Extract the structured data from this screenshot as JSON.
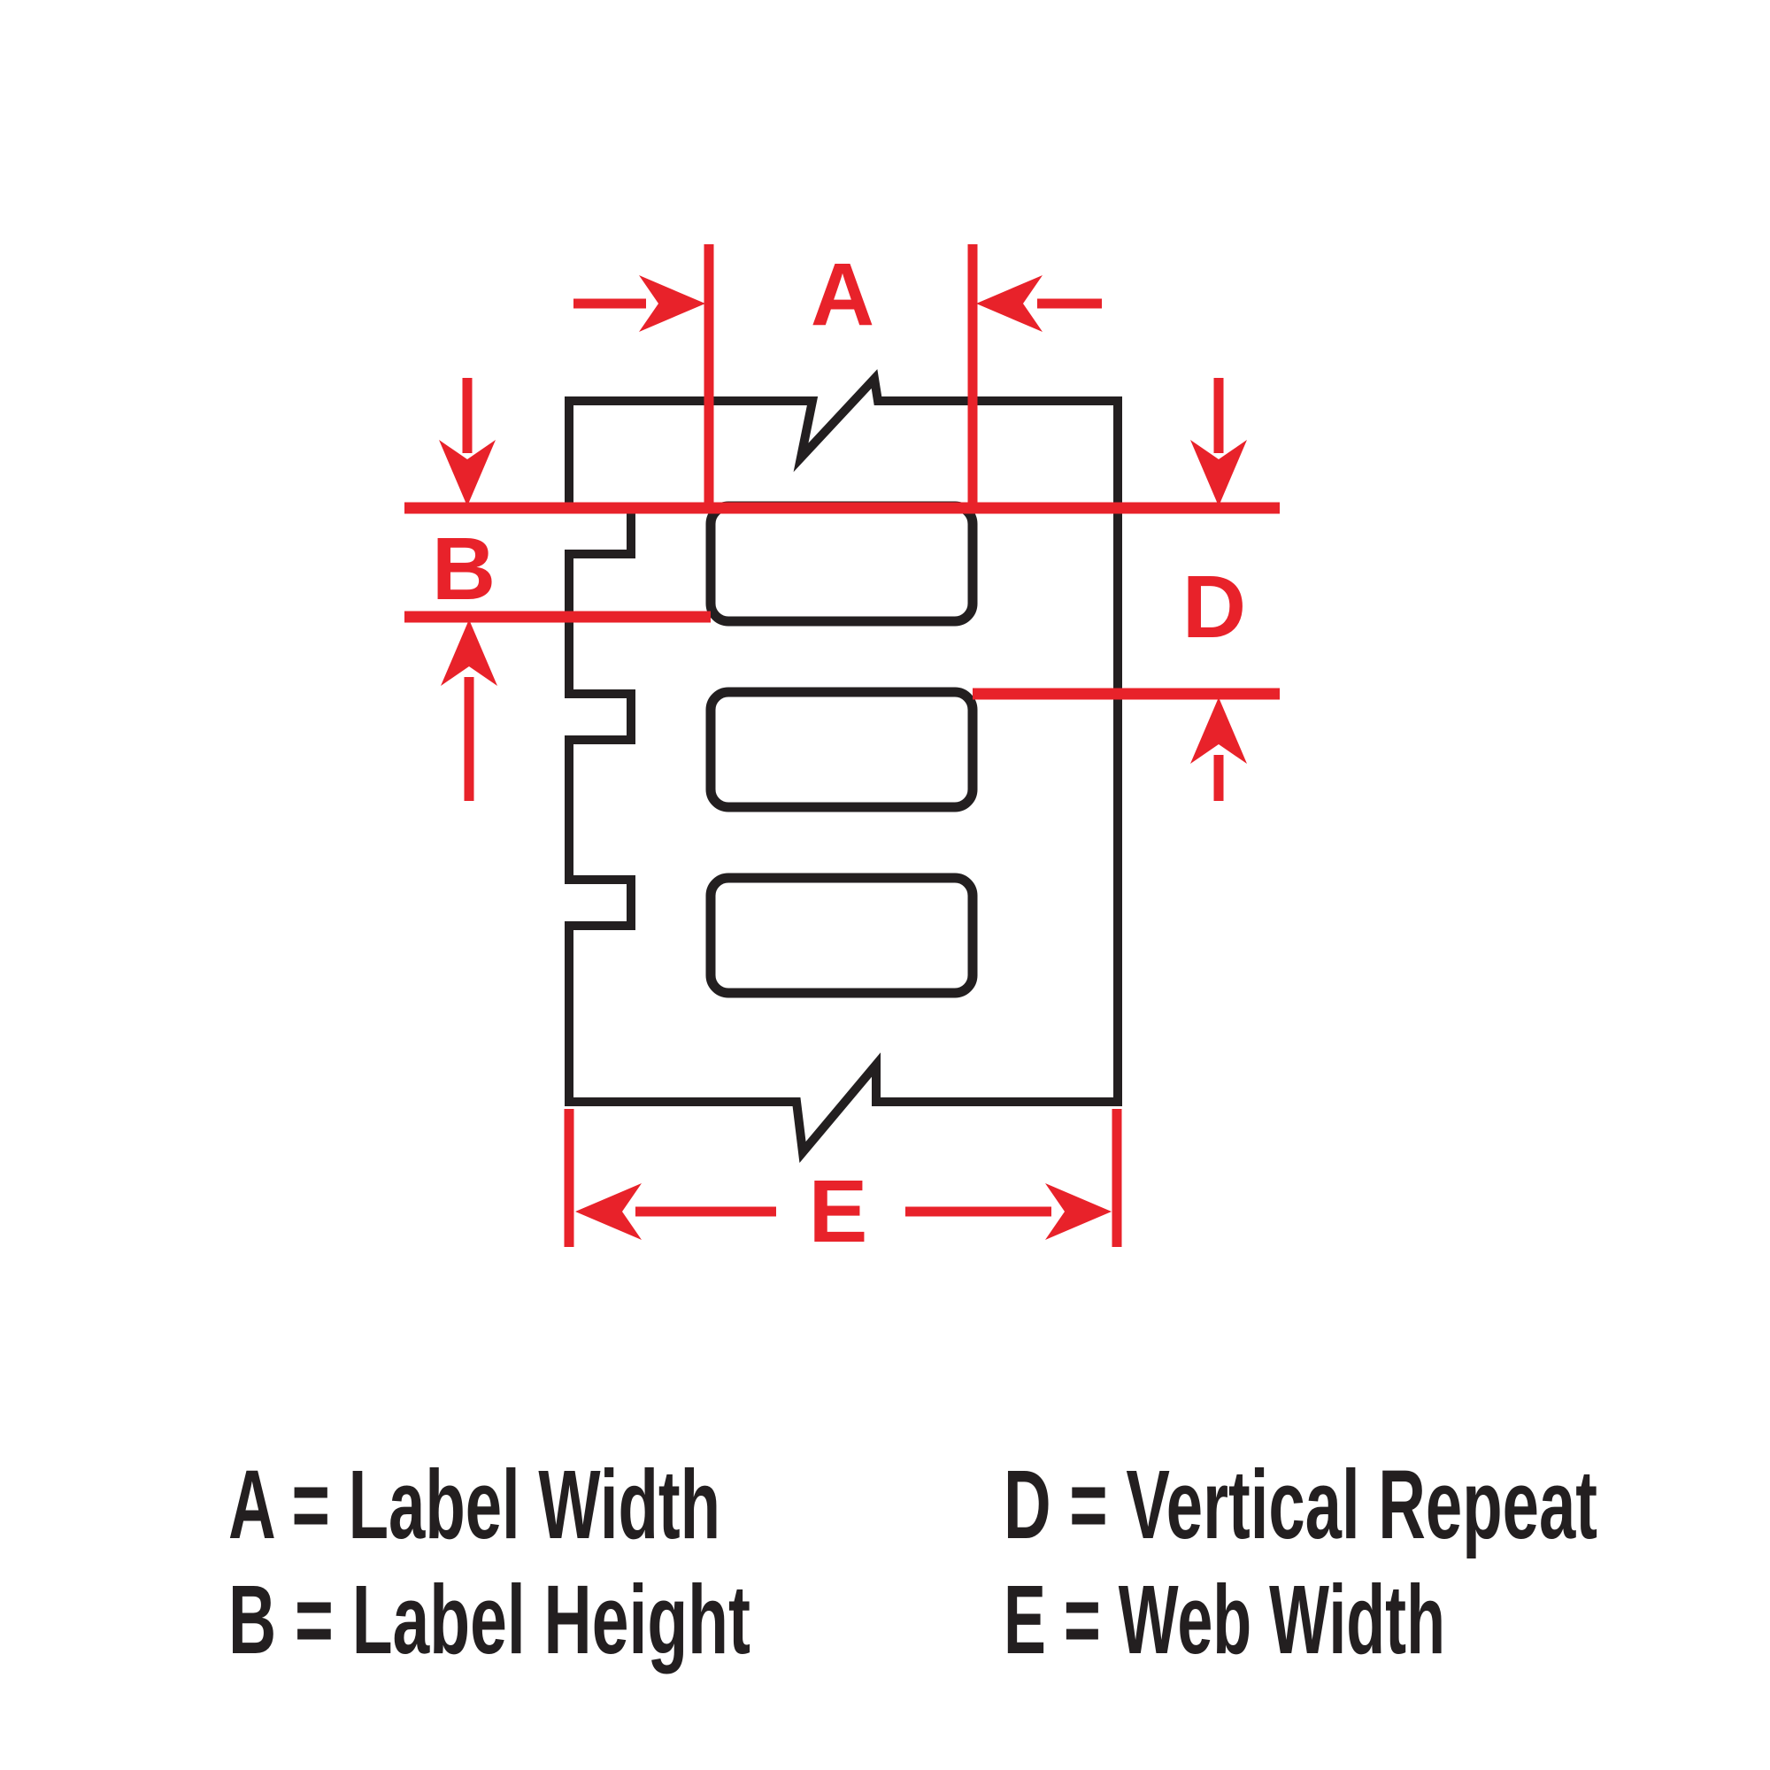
{
  "colors": {
    "dimension_red": "#E8222A",
    "outline_black": "#231F20",
    "background": "#FFFFFF"
  },
  "diagram": {
    "description": "Label web dimension diagram with three die-cut labels and edge notches",
    "label_count": 3,
    "letters": {
      "a": "A",
      "b": "B",
      "d": "D",
      "e": "E"
    }
  },
  "legend": {
    "entries": [
      {
        "letter": "A",
        "meaning": "Label Width",
        "text": "A = Label Width"
      },
      {
        "letter": "B",
        "meaning": "Label Height",
        "text": "B = Label Height"
      },
      {
        "letter": "D",
        "meaning": "Vertical Repeat",
        "text": "D = Vertical Repeat"
      },
      {
        "letter": "E",
        "meaning": "Web Width",
        "text": "E = Web Width"
      }
    ]
  }
}
